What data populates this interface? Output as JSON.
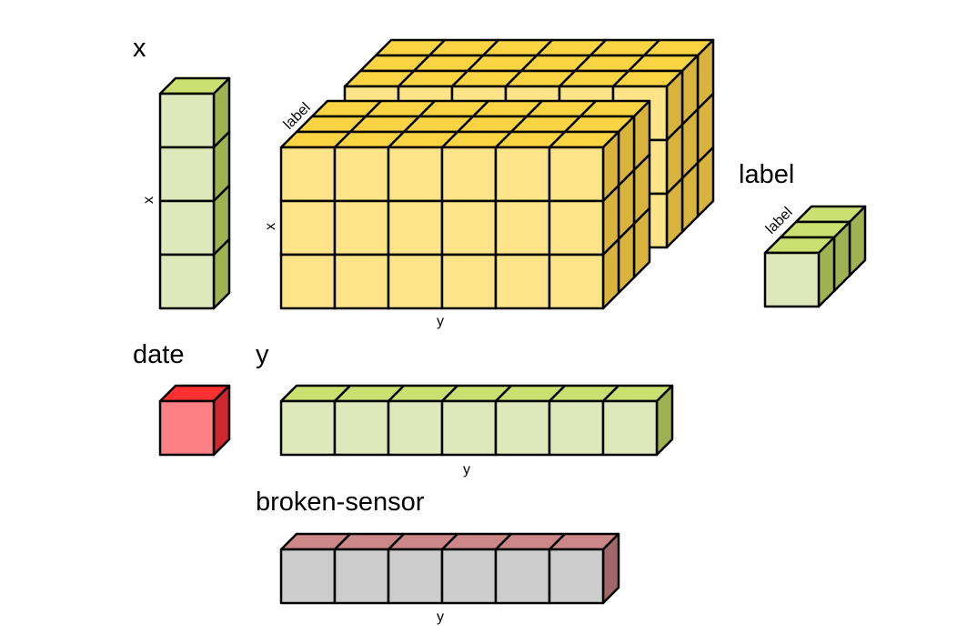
{
  "palette": {
    "green": {
      "front": "#dfe8bb",
      "top": "#cbe070",
      "side": "#9fb150"
    },
    "yellow": {
      "front": "#fde489",
      "top": "#fbd444",
      "side": "#d9b43c"
    },
    "red": {
      "front": "#fd8184",
      "top": "#fd3031",
      "side": "#cd272f"
    },
    "gray": {
      "front": "#cccccc",
      "top": "#cc8888",
      "side": "#a06868"
    }
  },
  "arrays": {
    "x": {
      "title": "x",
      "dims": [
        "x"
      ]
    },
    "data": {
      "title": "",
      "dims": [
        "label",
        "x",
        "y"
      ]
    },
    "label": {
      "title": "label",
      "dims": [
        "label"
      ]
    },
    "date": {
      "title": "date",
      "dims": []
    },
    "y": {
      "title": "y",
      "dims": [
        "y"
      ]
    },
    "broken_sensor": {
      "title": "broken-sensor",
      "dims": [
        "y"
      ]
    }
  }
}
